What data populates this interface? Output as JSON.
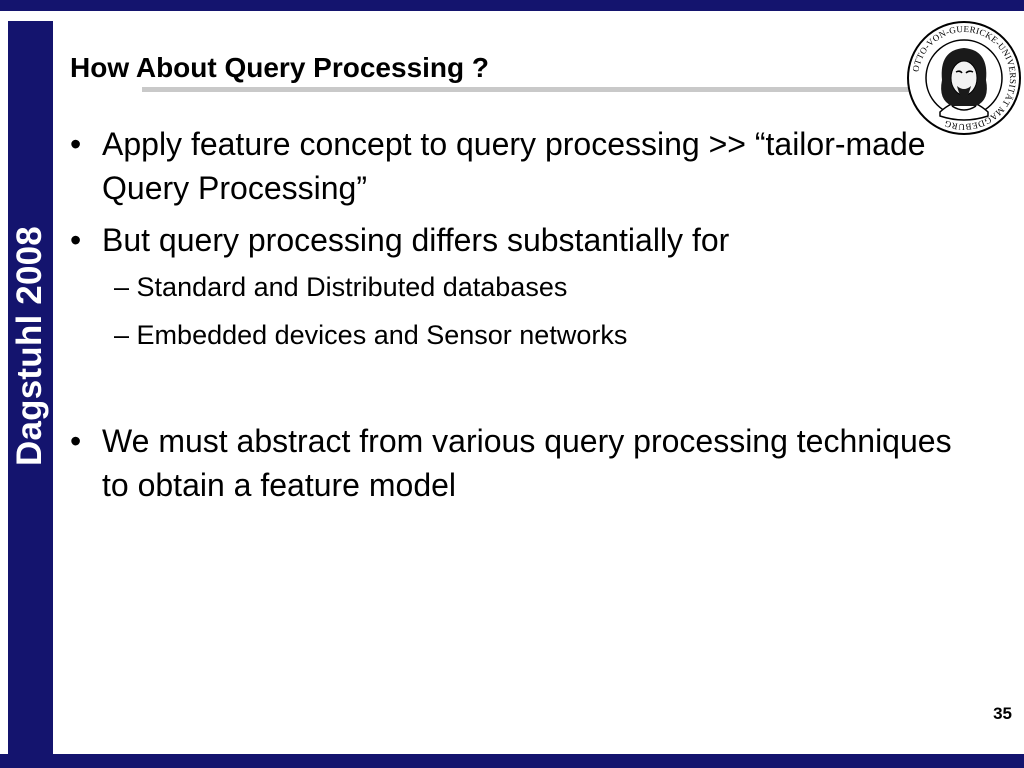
{
  "slide": {
    "title": "How About Query Processing ?",
    "side_label": "Dagstuhl 2008",
    "seal_text": "OTTO-VON-GUERICKE-UNIVERSITÄT MAGDEBURG",
    "bullet_symbol": "•",
    "sub_symbol": "–",
    "bullets": [
      {
        "text": "Apply feature concept to query processing >> “tailor-made Query Processing”"
      },
      {
        "text": "But query processing differs substantially for",
        "sub": [
          "Standard and Distributed databases",
          "Embedded devices and Sensor networks"
        ]
      },
      {
        "text": "We must abstract from various query processing techniques to obtain a feature model"
      }
    ],
    "page_number": "35"
  },
  "colors": {
    "frame": "#14146e",
    "rule": "#c9c9c9"
  }
}
